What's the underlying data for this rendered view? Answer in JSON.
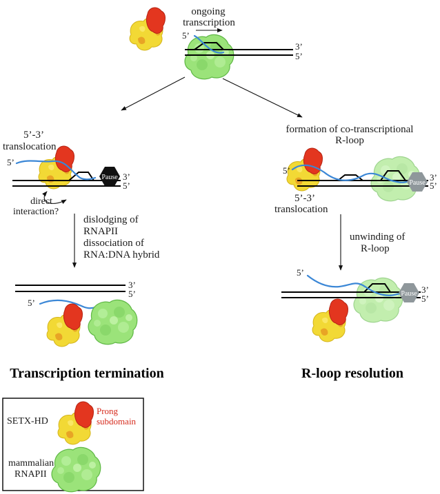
{
  "labels": {
    "ongoing_1": "ongoing",
    "ongoing_2": "transcription",
    "left_trans_1": "5’-3’",
    "left_trans_2": "translocation",
    "direct_1": "direct",
    "direct_2": "interaction?",
    "dislodge_1": "dislodging of",
    "dislodge_2": "RNAPII",
    "dislodge_3": "dissociation of",
    "dislodge_4": "RNA:DNA hybrid",
    "formation_1": "formation of co-transcriptional",
    "formation_2": "R-loop",
    "right_trans_1": "5’-3’",
    "right_trans_2": "translocation",
    "unwind_1": "unwinding of",
    "unwind_2": "R-loop",
    "pause": "Pause",
    "five_prime": "5’",
    "three_prime": "3’"
  },
  "titles": {
    "left": "Transcription termination",
    "right": "R-loop resolution"
  },
  "legend": {
    "setx": "SETX-HD",
    "prong_1": "Prong",
    "prong_2": "subdomain",
    "rnapii_1": "mammalian",
    "rnapii_2": "RNAPII"
  },
  "colors": {
    "setx_yellow": "#f2d935",
    "setx_orange": "#e69a22",
    "prong_red": "#e3361f",
    "rnapii_green": "#9be37a",
    "rnapii_dark": "#5fb845",
    "rna_blue": "#3b87d6",
    "pause_dark": "#111111",
    "pause_grey": "#8f979b"
  }
}
